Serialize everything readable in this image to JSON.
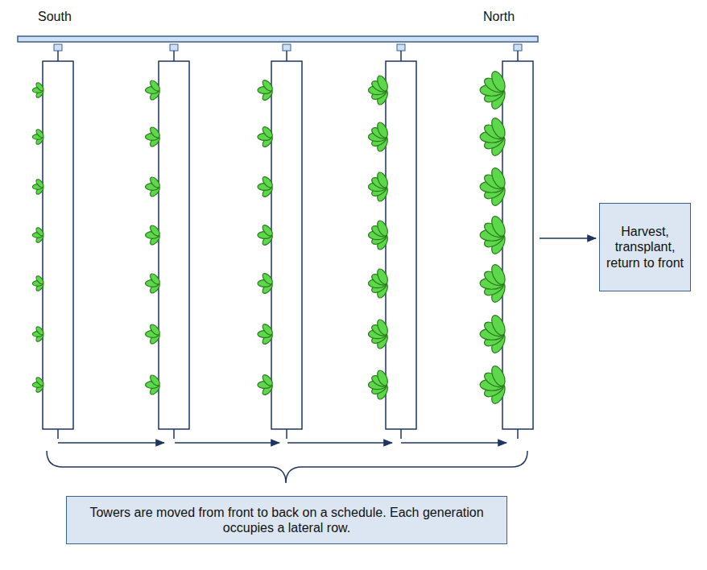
{
  "diagram": {
    "nodes": [
      {
        "text": [
          "Harvest, transplant, return to front"
        ]
      },
      {
        "text": [
          "Towers are moved from front to back on a schedule. Each generation occupies a lateral row."
        ]
      }
    ],
    "labels": [
      "South",
      "North"
    ]
  }
}
